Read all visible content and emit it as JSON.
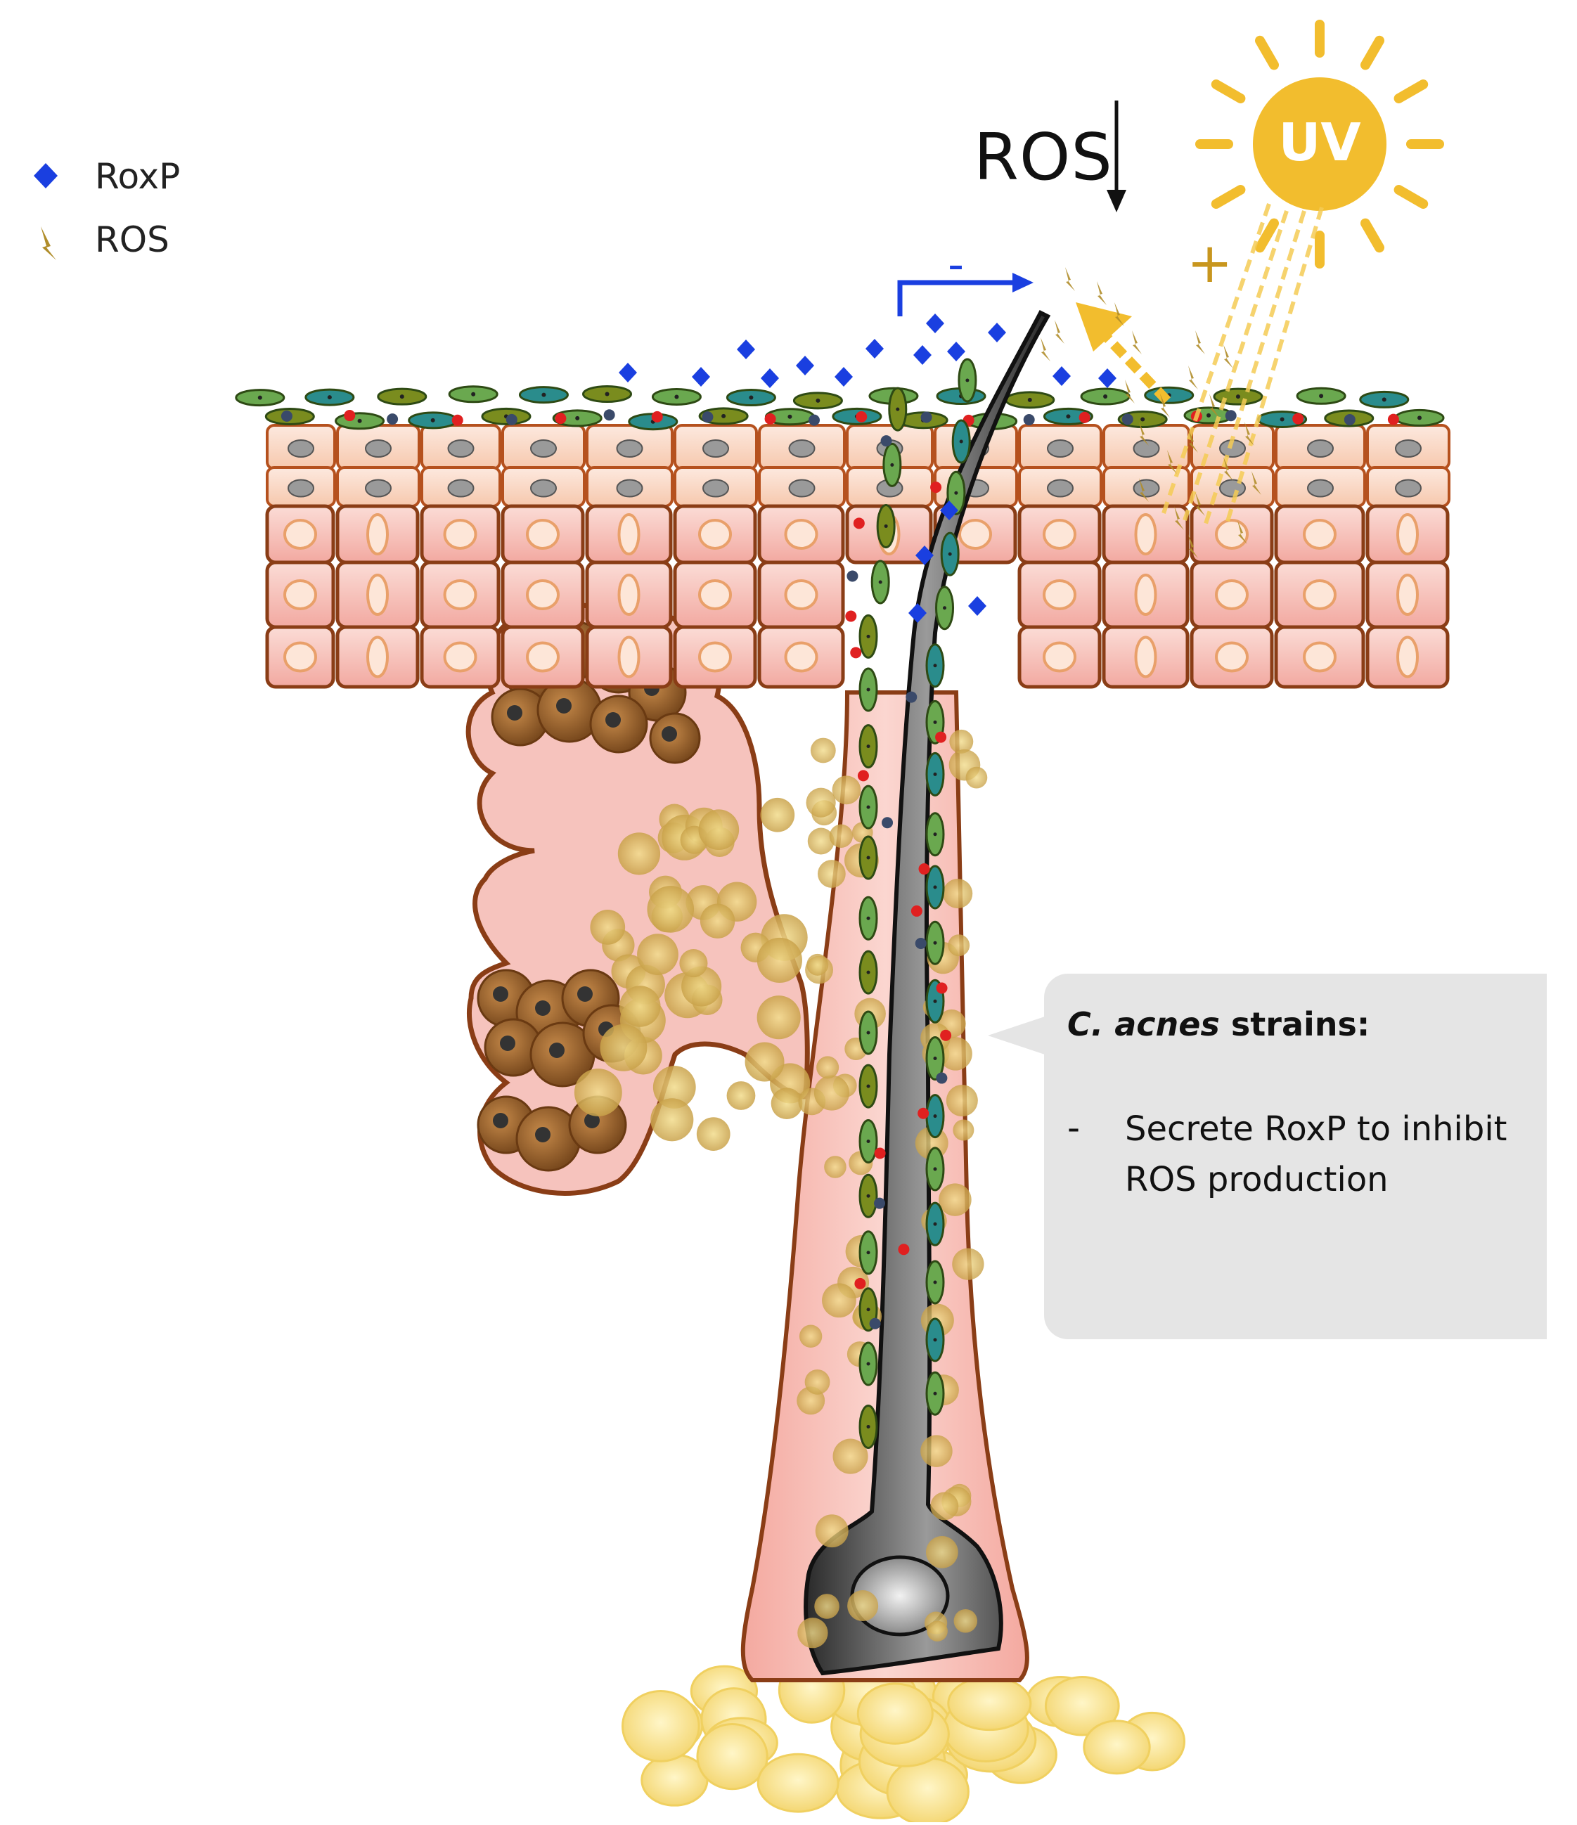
{
  "legend": {
    "items": [
      {
        "label": "RoxP",
        "symbol": "blue-diamond-icon",
        "color": "#1a3fe0"
      },
      {
        "label": "ROS",
        "symbol": "ros-spark-icon",
        "color": "#b08d2a"
      }
    ]
  },
  "annotations": {
    "ros_decrease_label": "ROS",
    "uv_label": "UV",
    "plus_label": "+",
    "minus_label": "-"
  },
  "callout": {
    "title_italic": "C. acnes",
    "title_rest": " strains:",
    "bullet_dash": "-",
    "bullet_text": "Secrete RoxP to inhibit ROS production"
  },
  "colors": {
    "roxp": "#1a3fe0",
    "ros": "#b08d2a",
    "uv_sun": "#f2bd2e",
    "skin_cell": "#f6c3bd",
    "skin_border": "#8a3d16",
    "hair": "#3a3a3a",
    "sebaceous": "#8b5a2b",
    "bacteria_green": "#6aa84f",
    "bacteria_olive": "#7a8c1e",
    "bacteria_teal": "#2a8c8c",
    "red_dot": "#e02020",
    "callout_bg": "#e5e5e5"
  }
}
